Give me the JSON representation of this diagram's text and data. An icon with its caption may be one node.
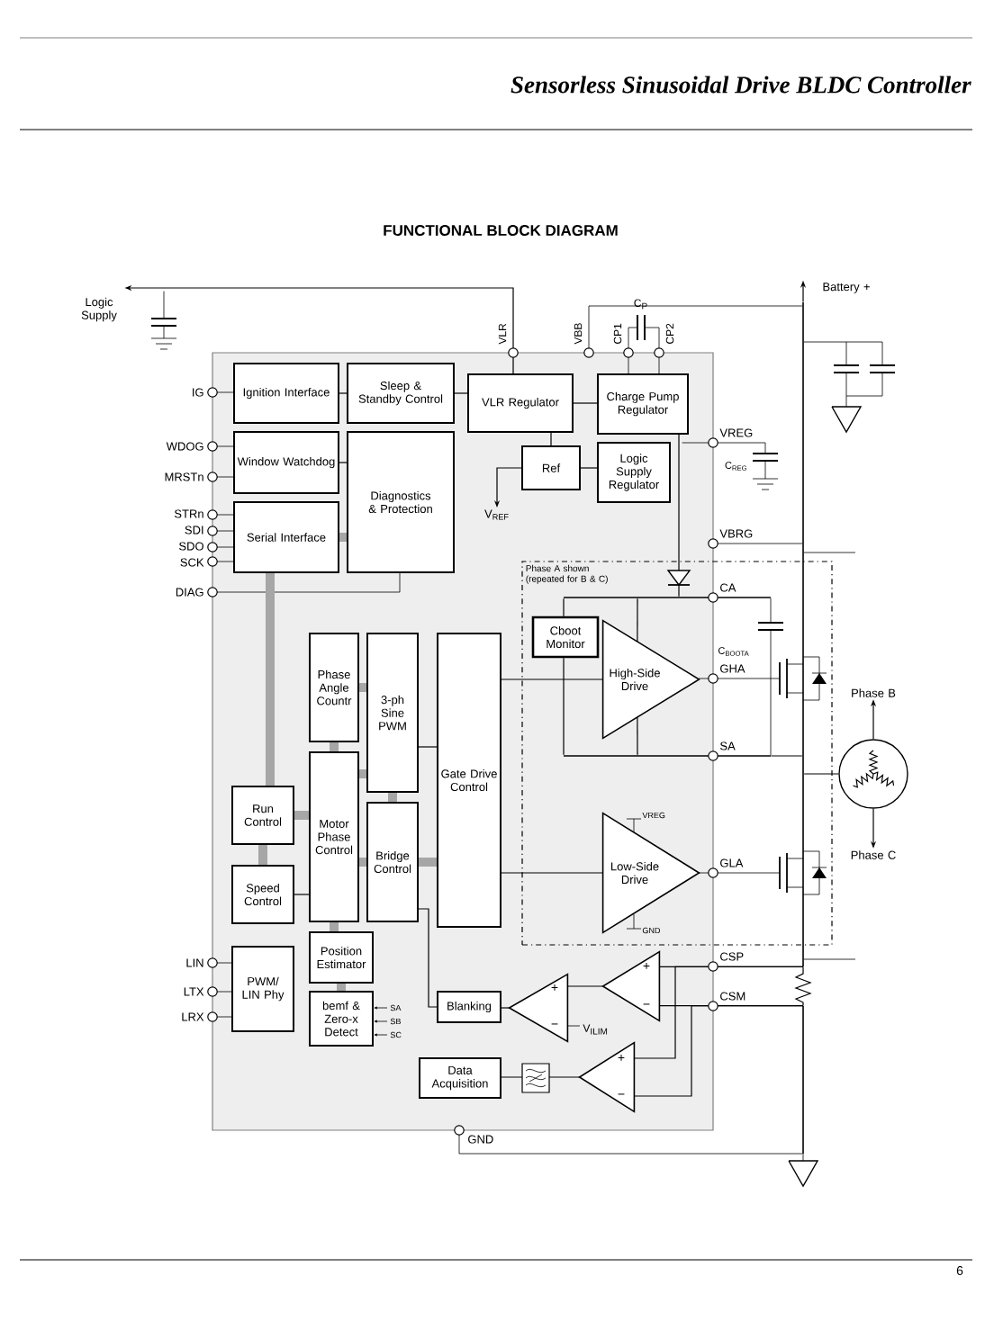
{
  "diagram": {
    "title": "FUNCTIONAL BLOCK DIAGRAM",
    "nodes": [
      {
        "text": [
          "Ignition Interface"
        ]
      },
      {
        "text": [
          "Sleep & Standby Control"
        ]
      },
      {
        "text": [
          "VLR Regulator"
        ]
      },
      {
        "text": [
          "Charge Pump Regulator"
        ]
      },
      {
        "text": [
          "Window Watchdog"
        ]
      },
      {
        "text": [
          "Diagnostics & Protection"
        ]
      },
      {
        "text": [
          "Ref"
        ]
      },
      {
        "text": [
          "Logic Supply Regulator"
        ]
      },
      {
        "text": [
          "Serial Interface"
        ]
      },
      {
        "text": [
          "Phase A shown (repeated for B & C)"
        ]
      },
      {
        "text": [
          "Cboot Monitor"
        ],
        "in": 9
      },
      {
        "text": [
          "High-Side Drive"
        ],
        "in": 9
      },
      {
        "text": [
          "Low-Side Drive"
        ],
        "in": 9
      },
      {
        "text": [
          "Phase Angle Countr"
        ]
      },
      {
        "text": [
          "3-ph Sine PWM"
        ]
      },
      {
        "text": [
          "Gate Drive Control"
        ]
      },
      {
        "text": [
          "Run Control"
        ]
      },
      {
        "text": [
          "Motor Phase Control"
        ]
      },
      {
        "text": [
          "Bridge Control"
        ]
      },
      {
        "text": [
          "Speed Control"
        ]
      },
      {
        "text": [
          "Position Estimator"
        ]
      },
      {
        "text": [
          "PWM/ LIN Phy"
        ]
      },
      {
        "text": [
          "bemf & Zero-x Detect"
        ]
      },
      {
        "text": [
          "Blanking"
        ]
      },
      {
        "text": [
          "Data Acquisition"
        ]
      },
      {
        "text": [],
        "shape": "circle"
      },
      {
        "text": [
          "Phase B"
        ]
      },
      {
        "text": [
          "Phase C"
        ]
      },
      {
        "text": [],
        "shape": "triangle"
      },
      {
        "text": [],
        "shape": "triangle"
      },
      {
        "text": [],
        "shape": "triangle"
      },
      {
        "text": [
          "Logic Supply"
        ]
      },
      {
        "text": [
          "Battery +"
        ]
      },
      {
        "text": [
          "V$_{REF}$"
        ]
      },
      {
        "text": [],
        "shape": "bar"
      },
      {
        "text": [],
        "shape": "bar",
        "in": 9
      },
      {
        "text": [],
        "shape": "bar",
        "in": 9
      },
      {
        "text": [],
        "shape": "bar"
      }
    ],
    "edges": [
      {
        "from": 0,
        "to": 1,
        "arrow": "none"
      },
      {
        "from": 1,
        "to": 2,
        "arrow": "none"
      },
      {
        "from": 4,
        "to": 5,
        "arrow": "none"
      },
      {
        "from": 2,
        "to": 3,
        "arrow": "none"
      },
      {
        "from": 2,
        "to": 6,
        "arrow": "none"
      },
      {
        "from": 6,
        "to": 7,
        "arrow": "none"
      },
      {
        "from": 8,
        "to": 5,
        "arrow": "none",
        "style": "thick",
        "color": "#a6a6a6"
      },
      {
        "from": 8,
        "to": 16,
        "arrow": "none",
        "style": "thick",
        "color": "#a6a6a6"
      },
      {
        "from": 13,
        "to": 14,
        "arrow": "none",
        "style": "thick",
        "color": "#a6a6a6"
      },
      {
        "from": 13,
        "to": 17,
        "arrow": "none",
        "style": "thick",
        "color": "#a6a6a6"
      },
      {
        "from": 16,
        "to": 17,
        "arrow": "none",
        "style": "thick",
        "color": "#a6a6a6"
      },
      {
        "from": 19,
        "to": 17,
        "arrow": "none"
      },
      {
        "from": 16,
        "to": 19,
        "arrow": "none",
        "style": "thick",
        "color": "#a6a6a6"
      },
      {
        "from": 17,
        "to": 14,
        "arrow": "none",
        "style": "thick",
        "color": "#a6a6a6"
      },
      {
        "from": 17,
        "to": 18,
        "arrow": "none",
        "style": "thick",
        "color": "#a6a6a6"
      },
      {
        "from": 14,
        "to": 18,
        "arrow": "none",
        "style": "thick",
        "color": "#a6a6a6"
      },
      {
        "from": 18,
        "to": 15,
        "arrow": "none",
        "style": "thick",
        "color": "#a6a6a6"
      },
      {
        "from": 14,
        "to": 15,
        "arrow": "none"
      },
      {
        "from": 17,
        "to": 20,
        "arrow": "none",
        "style": "thick",
        "color": "#a6a6a6"
      },
      {
        "from": 20,
        "to": 22,
        "arrow": "none",
        "style": "thick",
        "color": "#a6a6a6"
      },
      {
        "from": 15,
        "to": 11,
        "arrow": "none"
      },
      {
        "from": 15,
        "to": 12,
        "arrow": "none"
      },
      {
        "from": 18,
        "to": 23,
        "arrow": "none"
      },
      {
        "from": 28,
        "to": 23,
        "arrow": "none"
      },
      {
        "from": 29,
        "to": 28,
        "arrow": "none"
      },
      {
        "from": 30,
        "to": 24,
        "arrow": "none"
      },
      {
        "from": 25,
        "to": 26,
        "arrow": "to"
      },
      {
        "from": 25,
        "to": 27,
        "arrow": "to"
      },
      {
        "from": 2,
        "to": 31,
        "arrow": "to"
      },
      {
        "from": 34,
        "to": 32,
        "arrow": "to"
      },
      {
        "from": 6,
        "to": 33,
        "arrow": "to"
      },
      {
        "from": 3,
        "to": 35,
        "arrow": "none"
      },
      {
        "from": 35,
        "to": 10,
        "arrow": "none"
      },
      {
        "from": 35,
        "to": 11,
        "arrow": "none"
      },
      {
        "from": 10,
        "to": 36,
        "arrow": "none"
      },
      {
        "from": 11,
        "to": 36,
        "arrow": "none"
      },
      {
        "from": 36,
        "to": 34,
        "arrow": "none"
      },
      {
        "from": 34,
        "to": 25,
        "arrow": "none"
      },
      {
        "from": 34,
        "to": 29,
        "arrow": "none"
      },
      {
        "from": 34,
        "to": 30,
        "arrow": "none"
      },
      {
        "from": 34,
        "to": 37,
        "arrow": "none"
      },
      {
        "from": 37,
        "to": 29,
        "arrow": "none"
      },
      {
        "from": 37,
        "to": 30,
        "arrow": "none"
      }
    ],
    "labels": [
      "Sensorless Sinusoidal Drive BLDC Controller",
      "C$_{P}$",
      "VLR",
      "VBB",
      "CP1",
      "CP2",
      "IG",
      "WDOG",
      "MRSTn",
      "STRn",
      "SDI",
      "SDO",
      "SCK",
      "DIAG",
      "VREG",
      "C$_{REG}$",
      "VBRG",
      "CA",
      "C$_{BOOTA}$",
      "GHA",
      "SA",
      "VREG",
      "GLA",
      "GND",
      "+",
      "−",
      "CSP",
      "LIN",
      "LTX",
      "LRX",
      "+",
      "−",
      "CSM",
      "SA",
      "SB",
      "SC",
      "V$_{ILIM}$",
      "+",
      "−",
      "GND",
      "6"
    ]
  }
}
